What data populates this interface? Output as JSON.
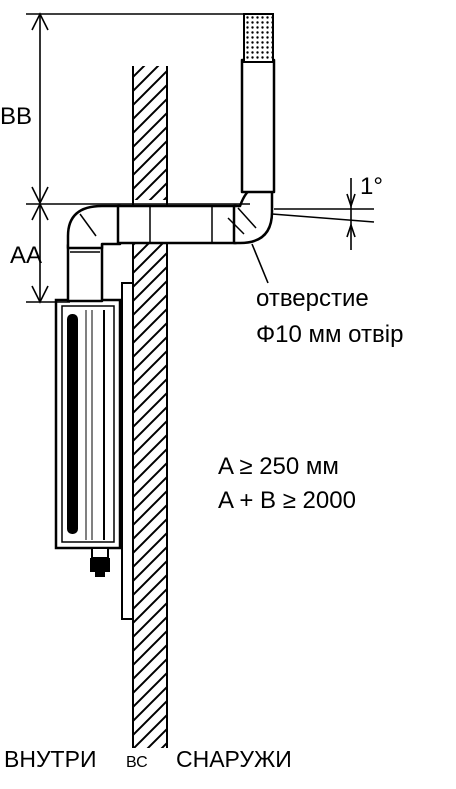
{
  "labels": {
    "dim_b": "BB",
    "dim_a": "AA",
    "angle": "1°",
    "hole_line1": "отверстие",
    "hole_line2": "Φ10 мм отвір",
    "formula_1": "A ≥ 250 мм",
    "formula_2": "A + B ≥ 2000",
    "inside": "ВНУТРИ",
    "inside_sub": "ВС",
    "outside": "СНАРУЖИ"
  },
  "colors": {
    "line": "#000000",
    "background": "#ffffff"
  }
}
